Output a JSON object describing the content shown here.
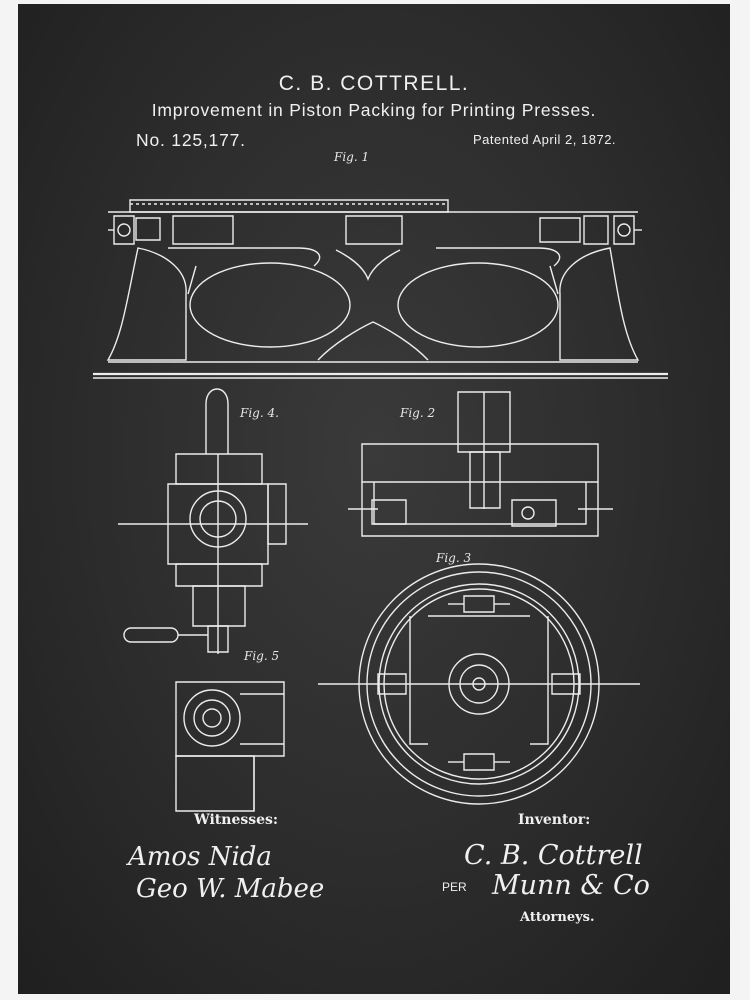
{
  "header": {
    "inventor_name": "C. B. COTTRELL.",
    "title": "Improvement in Piston Packing for Printing Presses.",
    "patent_number": "No. 125,177.",
    "patent_date": "Patented April 2, 1872."
  },
  "figures": {
    "fig1": "Fig. 1",
    "fig2": "Fig. 2",
    "fig3": "Fig. 3",
    "fig4": "Fig. 4.",
    "fig5": "Fig. 5"
  },
  "signatures": {
    "witnesses_label": "Witnesses:",
    "witness_1": "Amos Nida",
    "witness_2": "Geo W. Mabee",
    "inventor_label": "Inventor:",
    "inventor_signature": "C. B. Cottrell",
    "per": "PER",
    "attorney_signature": "Munn & Co",
    "attorneys_label": "Attorneys."
  },
  "colors": {
    "board": "#2c2c2c",
    "chalk": "#f0f0f0",
    "frame": "#f4f4f4"
  }
}
